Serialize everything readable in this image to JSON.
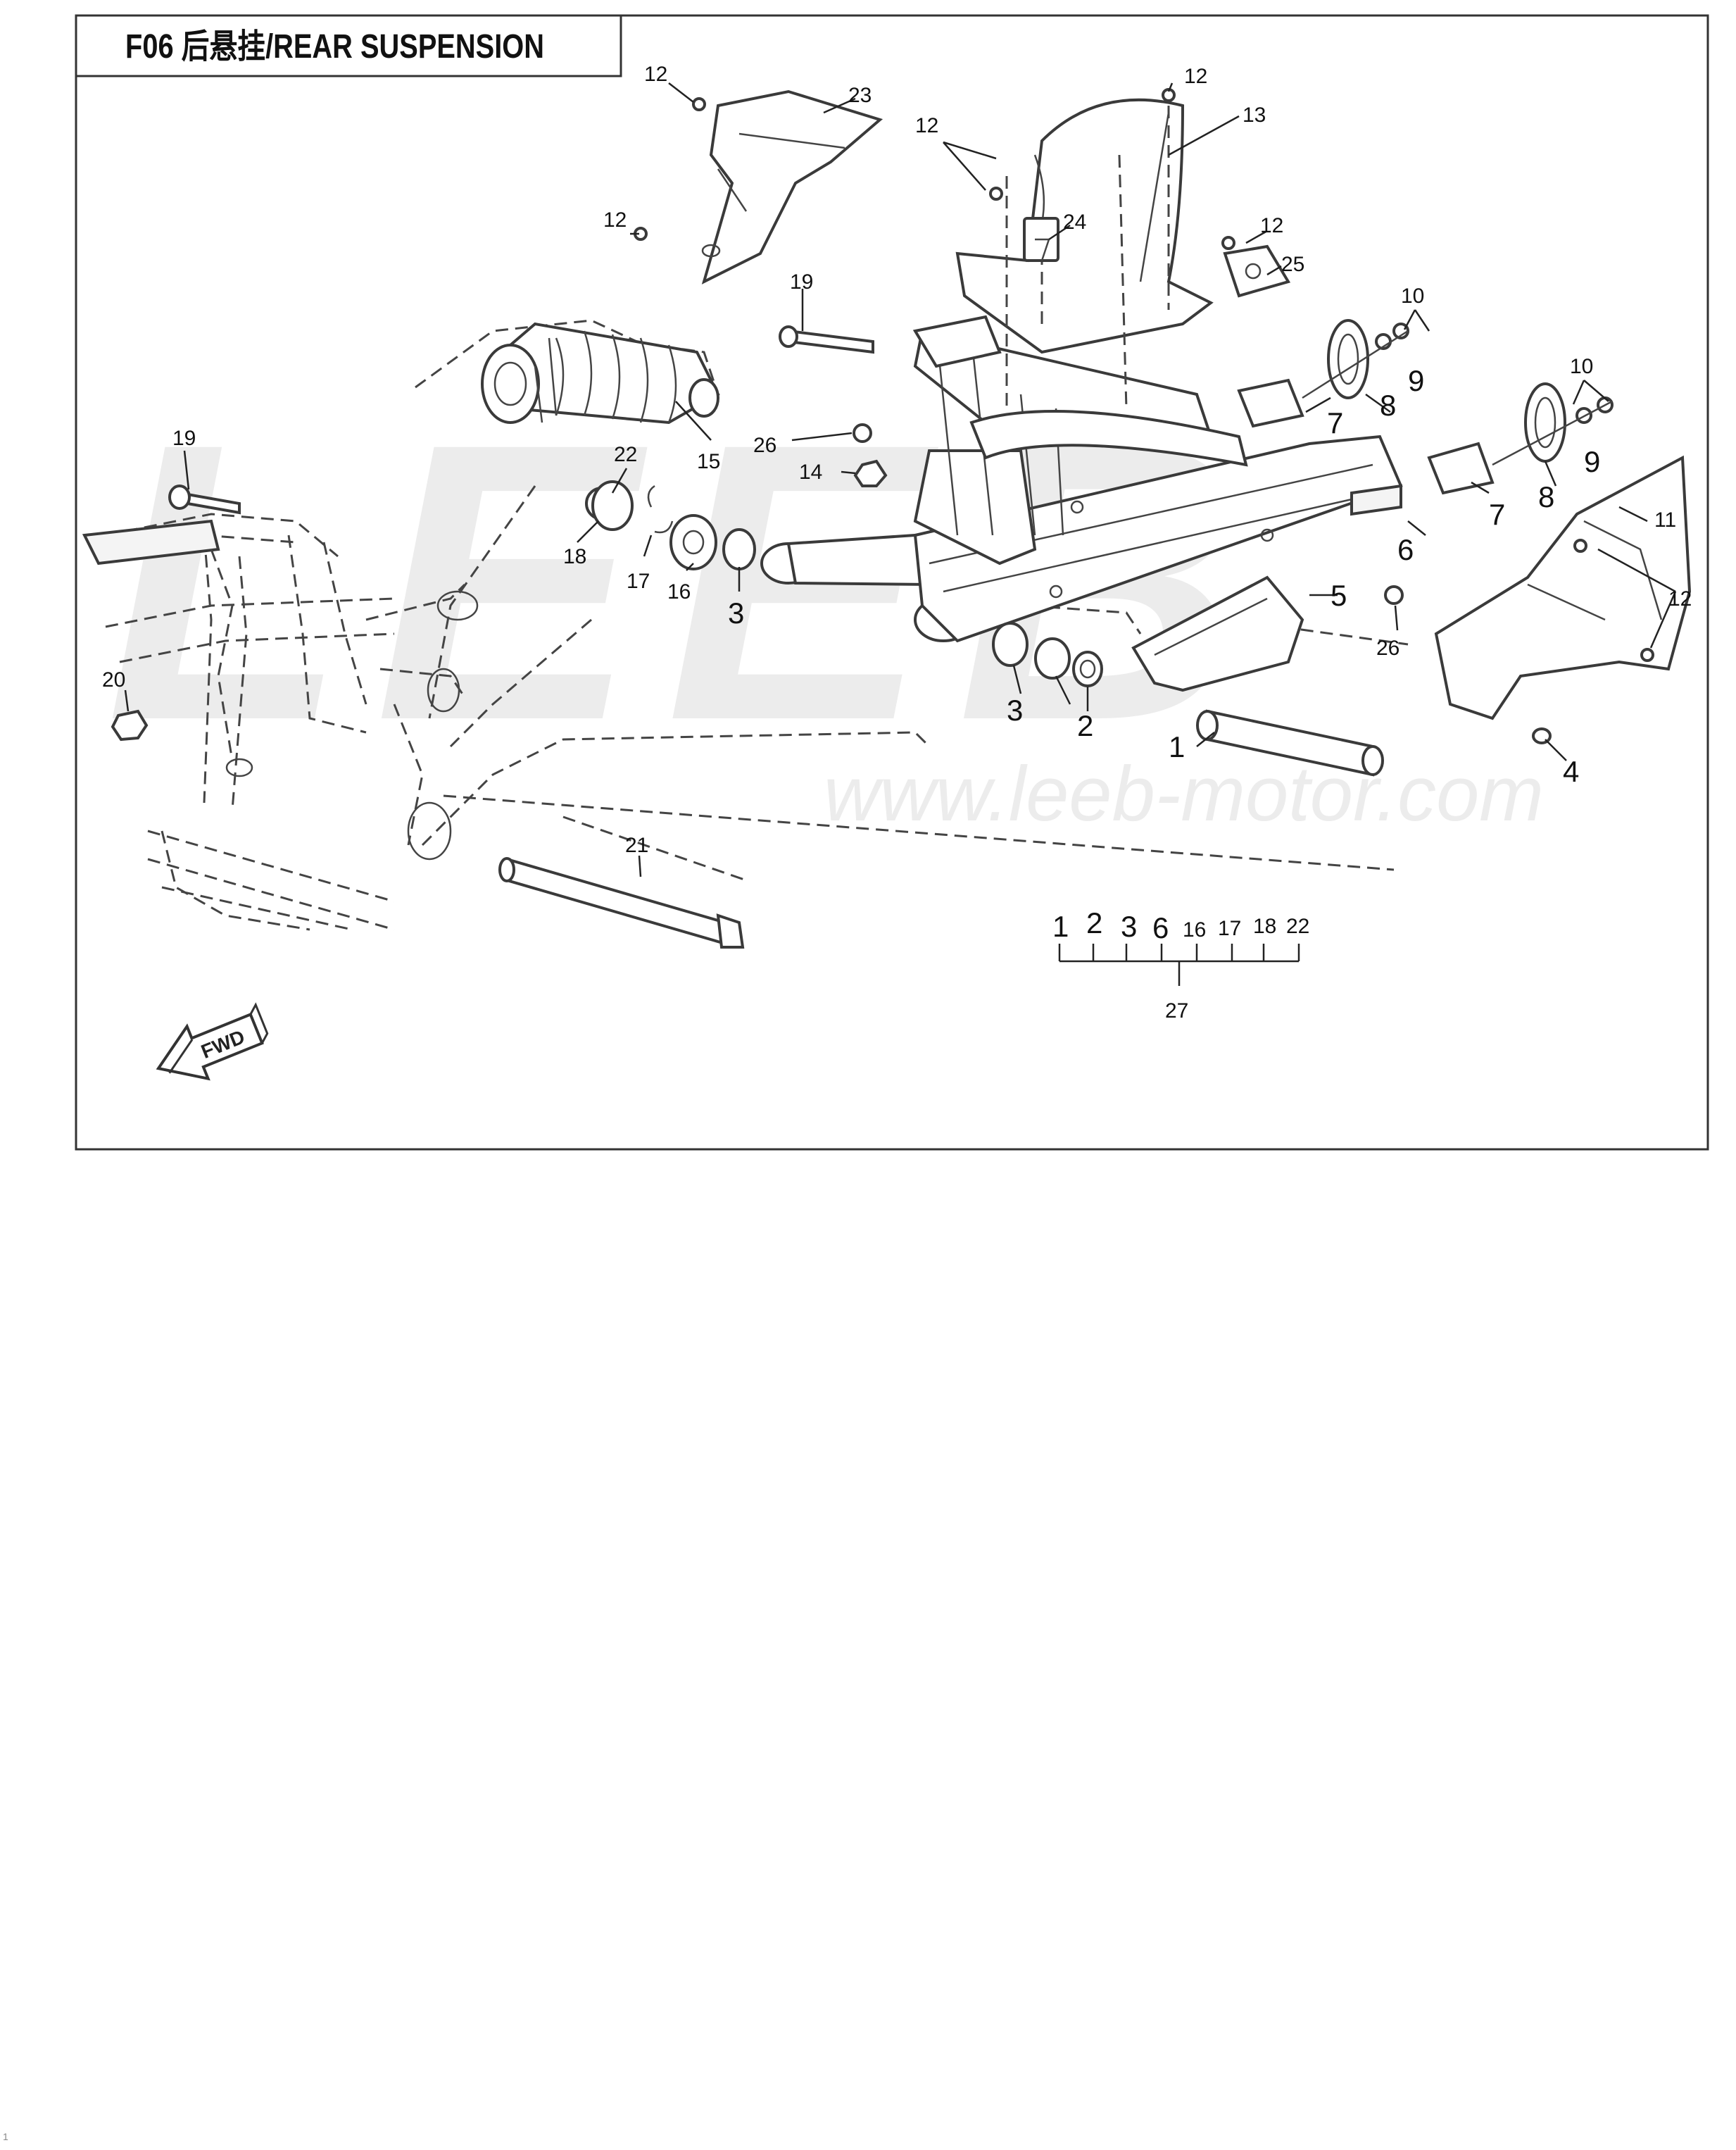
{
  "title": "F06 后悬挂/REAR SUSPENSION",
  "watermark": {
    "logo": "LEEB",
    "url": "www.leeb-motor.com"
  },
  "direction_label": "FWD",
  "callouts": [
    "12",
    "23",
    "12",
    "13",
    "12",
    "24",
    "12",
    "25",
    "12",
    "19",
    "10",
    "9",
    "8",
    "7",
    "10",
    "9",
    "8",
    "7",
    "19",
    "22",
    "15",
    "26",
    "14",
    "18",
    "17",
    "16",
    "3",
    "11",
    "6",
    "5",
    "26",
    "12",
    "20",
    "3",
    "2",
    "1",
    "4",
    "21",
    "27"
  ],
  "kit": {
    "members": [
      "1",
      "2",
      "3",
      "6",
      "16",
      "17",
      "18",
      "22"
    ],
    "label": "27"
  },
  "page_number": "1"
}
